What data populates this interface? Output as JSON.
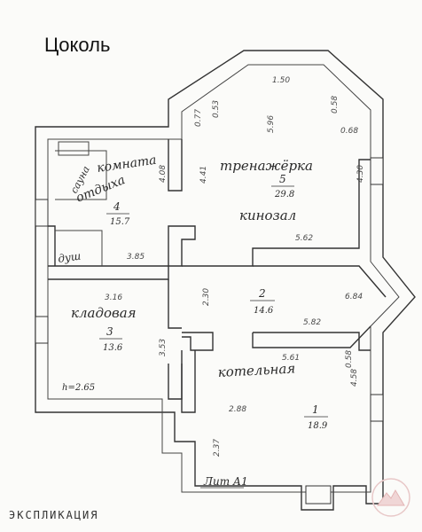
{
  "page": {
    "title": "Цоколь",
    "explication": "ЭКСПЛИКАЦИЯ",
    "sheet_label": "Лит А1",
    "height_label": "h=2.65"
  },
  "rooms": [
    {
      "id": "r1",
      "number": "1",
      "area": "18.9",
      "name": "котельная"
    },
    {
      "id": "r2",
      "number": "2",
      "area": "14.6"
    },
    {
      "id": "r3",
      "number": "3",
      "area": "13.6",
      "name": "кладовая"
    },
    {
      "id": "r4",
      "number": "4",
      "area": "15.7",
      "name_line1": "комната",
      "name_line2": "отдыха",
      "sub_sauna": "сауна",
      "sub_shower": "душ"
    },
    {
      "id": "r5",
      "number": "5",
      "area": "29.8",
      "name_line1": "тренажёрка",
      "name_line2": "кинозал"
    }
  ],
  "dimensions": {
    "d_1_50": "1.50",
    "d_0_77": "0.77",
    "d_0_53": "0.53",
    "d_5_96": "5.96",
    "d_0_58a": "0.58",
    "d_0_68": "0.68",
    "d_4_41": "4.41",
    "d_4_08": "4.08",
    "d_4_30": "4.30",
    "d_3_85": "3.85",
    "d_5_62": "5.62",
    "d_3_16": "3.16",
    "d_2_30": "2.30",
    "d_6_84": "6.84",
    "d_5_82": "5.82",
    "d_3_53": "3.53",
    "d_5_61": "5.61",
    "d_0_58b": "0.58",
    "d_4_58": "4.58",
    "d_2_88": "2.88",
    "d_2_37": "2.37"
  },
  "icons": {
    "watermark": "mountain-logo-icon"
  },
  "colors": {
    "ink": "#1e1e1e",
    "paper": "#fbfbf9",
    "wall": "#333333"
  }
}
